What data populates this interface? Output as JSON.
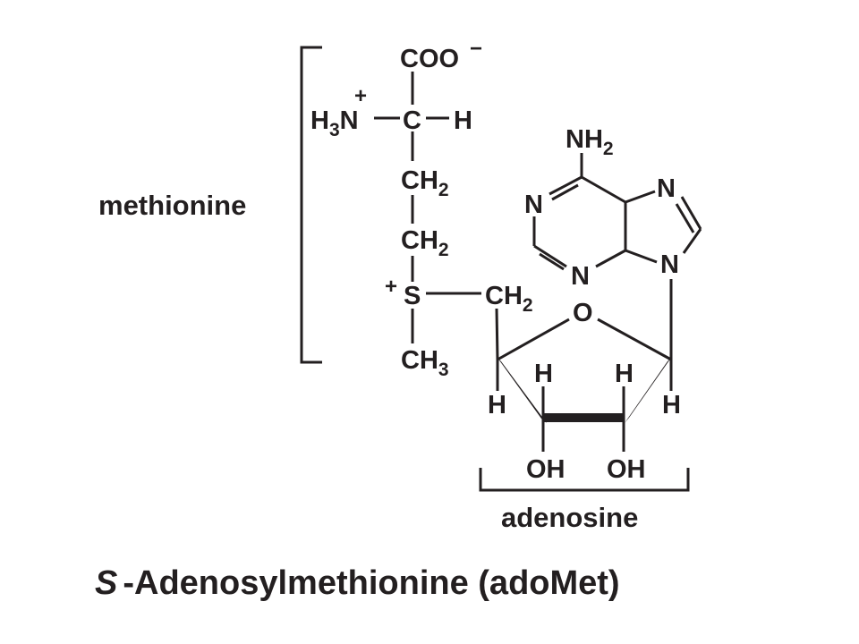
{
  "atoms": {
    "coo": "COO",
    "coo_charge": "−",
    "h3n_h": "H",
    "h3n_sub": "3",
    "h3n_n": "N",
    "h3n_charge": "+",
    "alpha_c": "C",
    "alpha_h": "H",
    "ch2_1": "CH",
    "ch2_1_sub": "2",
    "ch2_2": "CH",
    "ch2_2_sub": "2",
    "s": "S",
    "s_charge": "+",
    "ch3": "CH",
    "ch3_sub": "3",
    "ch2_5p": "CH",
    "ch2_5p_sub": "2",
    "ring_o": "O",
    "h_c4": "H",
    "h_c3": "H",
    "h_c2": "H",
    "h_c1": "H",
    "oh_c3": "OH",
    "oh_c2": "OH",
    "nh2": "NH",
    "nh2_sub": "2",
    "n1": "N",
    "n3": "N",
    "n7": "N",
    "n9": "N"
  },
  "labels": {
    "methionine": "methionine",
    "adenosine": "adenosine"
  },
  "title": {
    "italic_part": "S",
    "rest": "-Adenosylmethionine  (adoMet)"
  }
}
